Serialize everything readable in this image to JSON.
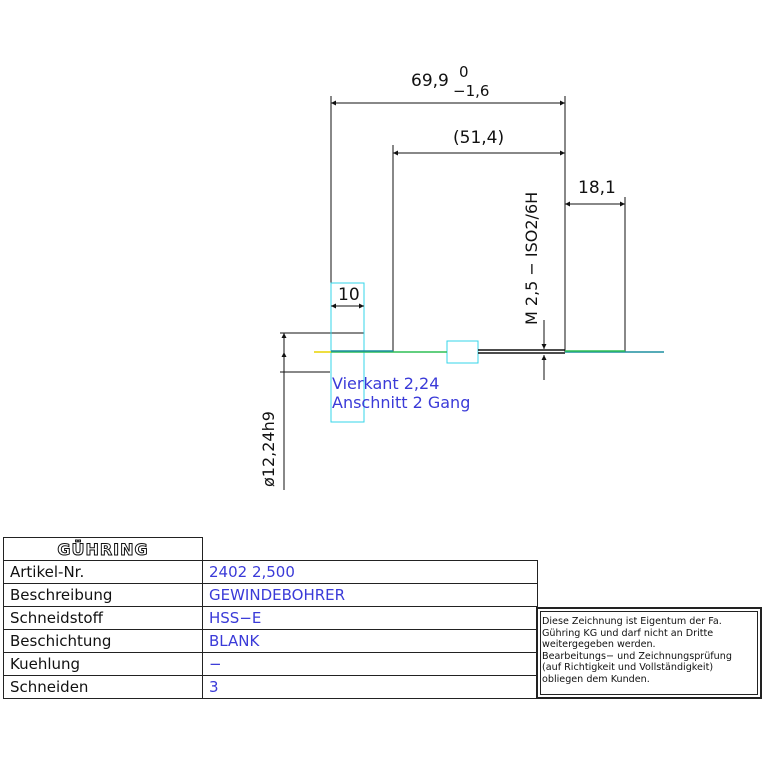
{
  "dimensions": {
    "overall_length": "69,9",
    "overall_tol_upper": "0",
    "overall_tol_lower": "−1,6",
    "ref_length": "(51,4)",
    "thread_length": "18,1",
    "thread_spec": "M 2,5 − ISO2/6H",
    "square_length": "10",
    "shank_diameter": "ø12,24h9"
  },
  "annotations": {
    "line1": "Vierkant 2,24",
    "line2": "Anschnitt 2 Gang"
  },
  "title_block": {
    "logo": "GÜHRING",
    "rows": [
      {
        "label": "Artikel-Nr.",
        "value": "2402 2,500"
      },
      {
        "label": "Beschreibung",
        "value": "GEWINDEBOHRER"
      },
      {
        "label": "Schneidstoff",
        "value": "HSS−E"
      },
      {
        "label": "Beschichtung",
        "value": "BLANK"
      },
      {
        "label": "Kuehlung",
        "value": "−"
      },
      {
        "label": "Schneiden",
        "value": "3"
      }
    ]
  },
  "notice": {
    "lines": [
      "Diese Zeichnung ist Eigentum der Fa.",
      "Gühring KG und darf nicht an Dritte",
      "weitergegeben werden.",
      "Bearbeitungs− und Zeichnungsprüfung",
      "(auf Richtigkeit und Vollständigkeit)",
      "obliegen dem Kunden."
    ]
  },
  "colors": {
    "dimension_line": "#111111",
    "annotation_text": "#3a3ad8",
    "construction_box": "#35d6ea",
    "tool_axis_green": "#2fbf55",
    "tool_axis_yellow": "#e8d400",
    "tool_axis_teal": "#1f8fa0"
  }
}
